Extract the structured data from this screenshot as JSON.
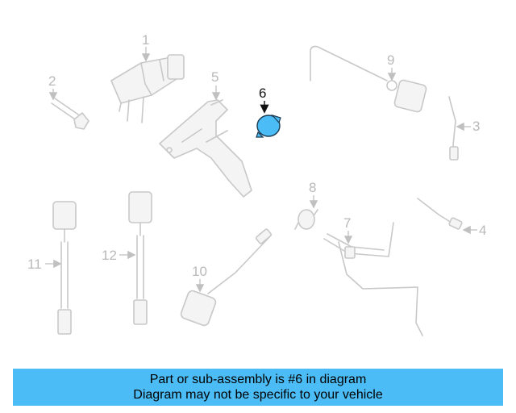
{
  "callouts": {
    "c1": "1",
    "c2": "2",
    "c3": "3",
    "c4": "4",
    "c5": "5",
    "c6": "6",
    "c7": "7",
    "c8": "8",
    "c9": "9",
    "c10": "10",
    "c11": "11",
    "c12": "12"
  },
  "highlight": {
    "part_number": "6",
    "color": "#4bbcf5"
  },
  "banner": {
    "line1": "Part or sub-assembly is #6 in diagram",
    "line2": "Diagram may not be specific to your vehicle",
    "background": "#4bbcf5"
  }
}
